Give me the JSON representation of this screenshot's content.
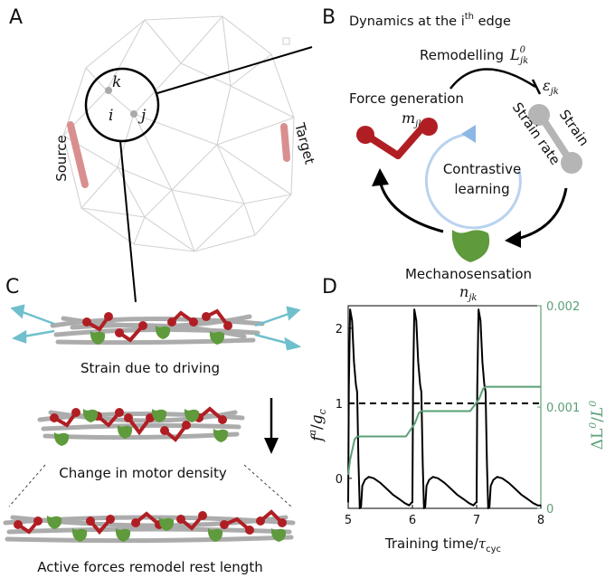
{
  "panels": {
    "a": {
      "letter": "A",
      "node_k": "k",
      "node_i": "i",
      "node_j": "j",
      "source": "Source",
      "target": "Target"
    },
    "b": {
      "letter": "B",
      "title_main": "Dynamics at the i",
      "title_sup": "th",
      "title_tail": " edge",
      "remodelling": "Remodelling",
      "remodelling_sym": "L",
      "remodelling_sub": "jk",
      "remodelling_sup": "0",
      "strain_sym": "ε",
      "strain_sub": "jk",
      "force_generation": "Force generation",
      "force_sym": "m",
      "force_sub": "jk",
      "strain": "Strain",
      "strain_rate": "Strain rate",
      "contrastive_1": "Contrastive",
      "contrastive_2": "learning",
      "mechanosensation": "Mechanosensation",
      "mech_sym": "n",
      "mech_sub": "jk"
    },
    "c": {
      "letter": "C",
      "caption_1": "Strain due to driving",
      "caption_2": "Change in motor density",
      "caption_3": "Active forces remodel rest length"
    },
    "d": {
      "letter": "D"
    }
  },
  "chart_data": {
    "type": "line",
    "xlabel": "Training time/τcyc",
    "xlabel_main": "Training time/",
    "xlabel_sym": "τ",
    "xlabel_sub": "cyc",
    "ylabel_left_f": "f",
    "ylabel_left_sup": "a",
    "ylabel_left_g": "g",
    "ylabel_left_sub": "c",
    "ylabel_right": "ΔL⁰/L⁰",
    "ylabel_right_main": "ΔL",
    "ylabel_right_sup": "0",
    "ylabel_right_den": "L",
    "xlim": [
      5,
      8
    ],
    "ylim_left": [
      -0.4,
      2.3
    ],
    "ylim_right": [
      0,
      0.002
    ],
    "x_ticks": [
      "5",
      "6",
      "7",
      "8"
    ],
    "y_left_ticks": [
      "0",
      "1",
      "2"
    ],
    "y_right_ticks": [
      "0",
      "0.001",
      "0.002"
    ],
    "reference_line": {
      "y": 1,
      "style": "dashed"
    },
    "series": [
      {
        "axis": "left",
        "color": "#000000",
        "x": [
          5.0,
          5.01,
          5.03,
          5.06,
          5.09,
          5.12,
          5.14,
          5.16,
          5.18,
          5.2,
          5.22,
          5.26,
          5.32,
          5.4,
          5.5,
          5.6,
          5.7,
          5.8,
          5.88,
          5.95,
          5.99,
          6.0,
          6.01,
          6.03,
          6.06,
          6.09,
          6.12,
          6.14,
          6.16,
          6.18,
          6.2,
          6.22,
          6.26,
          6.32,
          6.4,
          6.5,
          6.6,
          6.7,
          6.8,
          6.88,
          6.95,
          6.99,
          7.0,
          7.01,
          7.03,
          7.06,
          7.09,
          7.12,
          7.14,
          7.16,
          7.18,
          7.2,
          7.22,
          7.26,
          7.32,
          7.4,
          7.5,
          7.6,
          7.7,
          7.8,
          7.88,
          7.95,
          8.0
        ],
        "y": [
          -0.32,
          1.2,
          2.25,
          2.1,
          1.55,
          1.25,
          1.15,
          0.2,
          -0.4,
          -0.38,
          -0.1,
          -0.02,
          0.02,
          0.0,
          -0.06,
          -0.14,
          -0.22,
          -0.28,
          -0.33,
          -0.36,
          -0.32,
          -0.32,
          1.2,
          2.25,
          2.1,
          1.55,
          1.25,
          1.15,
          0.2,
          -0.4,
          -0.38,
          -0.1,
          -0.02,
          0.02,
          0.0,
          -0.06,
          -0.14,
          -0.22,
          -0.28,
          -0.33,
          -0.36,
          -0.32,
          -0.32,
          1.2,
          2.25,
          2.1,
          1.55,
          1.25,
          1.15,
          0.2,
          -0.4,
          -0.38,
          -0.1,
          -0.02,
          0.02,
          0.0,
          -0.06,
          -0.14,
          -0.22,
          -0.28,
          -0.33,
          -0.36,
          -0.36
        ]
      },
      {
        "axis": "right",
        "color": "#5a9f78",
        "x": [
          5.0,
          5.03,
          5.1,
          5.14,
          5.5,
          5.9,
          6.04,
          6.1,
          6.14,
          6.5,
          6.9,
          7.04,
          7.1,
          7.14,
          7.5,
          7.9,
          8.0
        ],
        "y": [
          0.00033,
          0.00048,
          0.00068,
          0.00071,
          0.00071,
          0.00071,
          0.00084,
          0.00094,
          0.00096,
          0.00096,
          0.00096,
          0.00108,
          0.00118,
          0.0012,
          0.0012,
          0.0012,
          0.0012
        ]
      }
    ]
  }
}
